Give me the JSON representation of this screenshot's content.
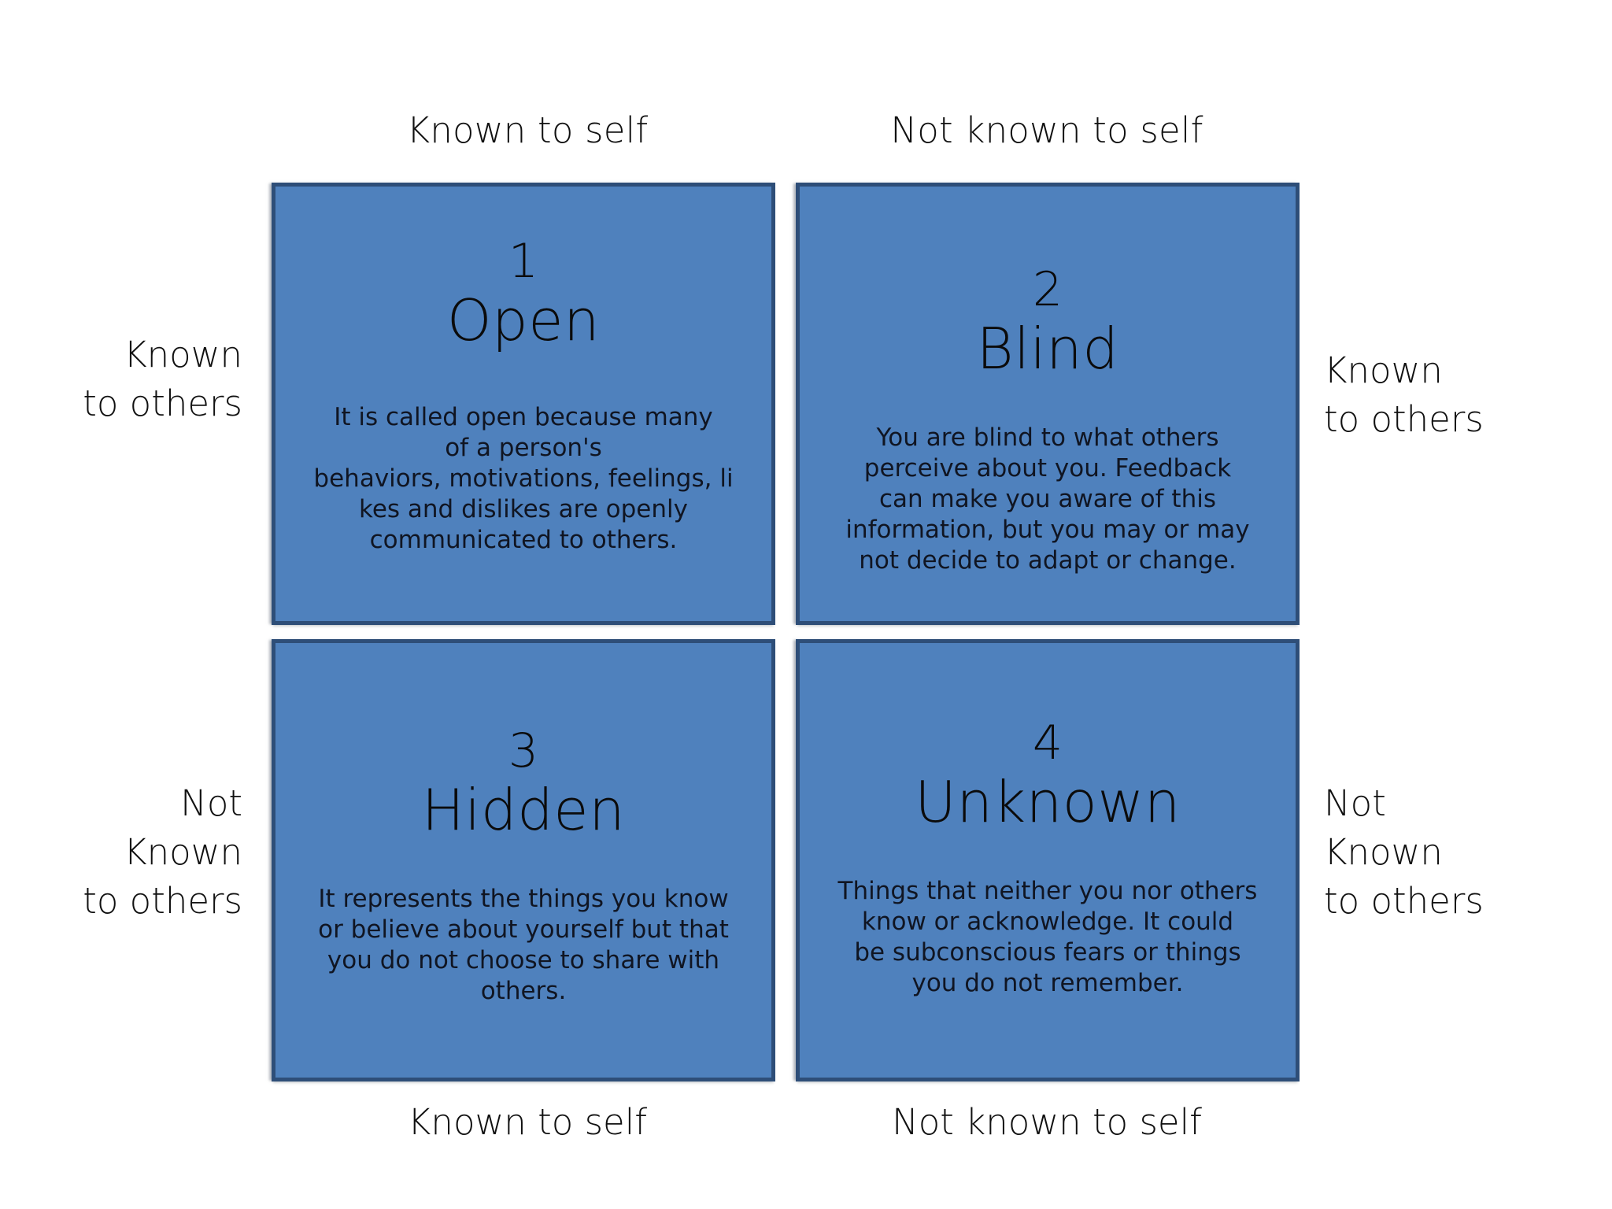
{
  "diagram": {
    "type": "johari-window",
    "colors": {
      "quadrant_fill": "#4F81BD",
      "quadrant_border": "#2E4E78",
      "text": "#000000",
      "background": "#FFFFFF"
    },
    "axis_labels": {
      "top_left": "Known to self",
      "top_right": "Not known to self",
      "bottom_left": "Known to self",
      "bottom_right": "Not known to self",
      "left_top": "Known\nto others",
      "left_bottom": "Not\nKnown\nto others",
      "right_top": "Known\nto others",
      "right_bottom": "Not\nKnown\nto others"
    },
    "quadrants": [
      {
        "number": "1",
        "title": "Open",
        "body": "It is called open because many\nof a person's\nbehaviors, motivations, feelings, li\nkes and dislikes are openly\ncommunicated to others."
      },
      {
        "number": "2",
        "title": "Blind",
        "body": "You are blind to what others\nperceive about you.  Feedback\ncan make you aware of this\ninformation, but you may or may\nnot decide to adapt or change."
      },
      {
        "number": "3",
        "title": "Hidden",
        "body": "It represents the things you know\nor believe about yourself but that\nyou do not choose to share with\nothers."
      },
      {
        "number": "4",
        "title": "Unknown",
        "body": "Things that neither you nor others\nknow or acknowledge.  It could\nbe subconscious fears or things\nyou do not remember."
      }
    ]
  }
}
